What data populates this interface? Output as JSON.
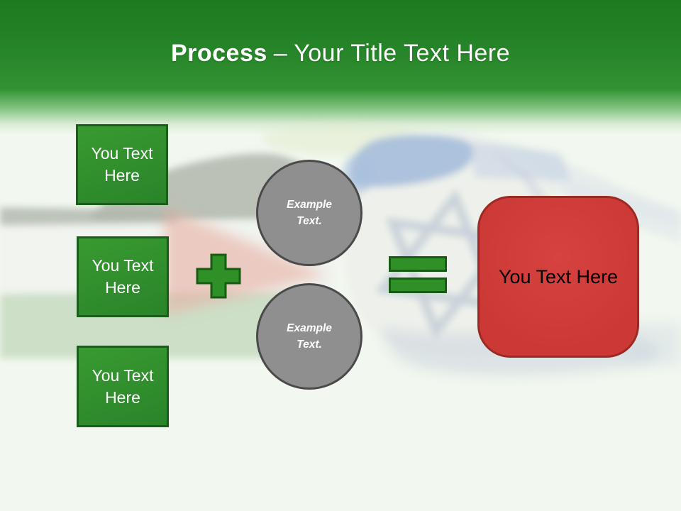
{
  "slide": {
    "header": {
      "title_bold": "Process",
      "title_separator": "–",
      "title_rest": "Your Title Text Here"
    },
    "process_boxes": [
      {
        "label": "You Text Here"
      },
      {
        "label": "You Text Here"
      },
      {
        "label": "You Text Here"
      }
    ],
    "operators": [
      {
        "name": "plus",
        "symbol": "+"
      },
      {
        "name": "equals",
        "symbol": "="
      }
    ],
    "example_circles": [
      {
        "label": "Example Text."
      },
      {
        "label": "Example Text."
      }
    ],
    "result_box": {
      "label": "You Text Here"
    },
    "background": {
      "description": "faded photo of two clenched fists facing each other, left fist painted with the Palestinian flag, right fist painted with the Israeli flag"
    },
    "colors": {
      "header_green_top": "#1d7a1e",
      "header_green_mid": "#319331",
      "slide_background": "#f2f8ef",
      "box_green": "#2e8c2b",
      "box_border_green": "#1b5e1b",
      "operator_green": "#2f9027",
      "operator_border_green": "#175c12",
      "circle_gray": "#8f8f8f",
      "circle_border_gray": "#4a4a4a",
      "result_red": "#ce3a38",
      "result_border_red": "#9c2a24",
      "title_text": "#ffffff",
      "box_text": "#ffffff",
      "circle_text": "#ffffff",
      "result_text": "#000000"
    }
  }
}
